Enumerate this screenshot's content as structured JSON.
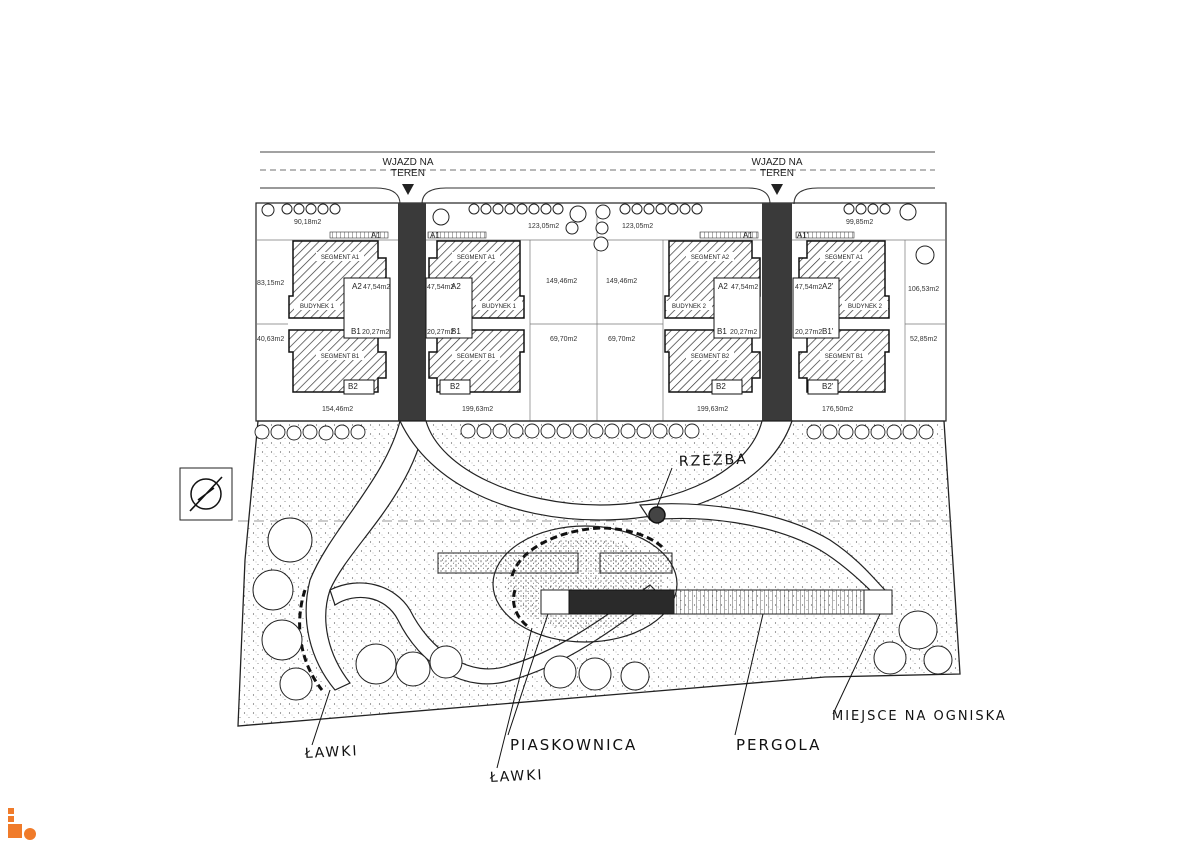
{
  "entrances": {
    "left": {
      "line1": "WJAZD NA",
      "line2": "TEREN"
    },
    "right": {
      "line1": "WJAZD NA",
      "line2": "TEREN"
    }
  },
  "buildings": {
    "left_left": {
      "seg_top": "SEGMENT A1",
      "seg_bot": "SEGMENT B1",
      "name": "BUDYNEK 1",
      "a_label": "A2",
      "a_area": "47,54m2",
      "b_label": "B1",
      "b_area": "20,27m2",
      "a1": "A1",
      "b2": "B2"
    },
    "left_right": {
      "seg_top": "SEGMENT A1",
      "seg_bot": "SEGMENT B1",
      "name": "BUDYNEK 1",
      "a_label": "A2",
      "a_area": "47,54m2",
      "b_label": "B1",
      "b_area": "20,27m2",
      "a1": "A1",
      "b2": "B2"
    },
    "right_left": {
      "seg_top": "SEGMENT A2",
      "seg_bot": "SEGMENT B2",
      "name": "BUDYNEK 2",
      "a_label": "A2",
      "a_area": "47,54m2",
      "b_label": "B1",
      "b_area": "20,27m2",
      "a1": "A1",
      "b2": "B2"
    },
    "right_right": {
      "seg_top": "SEGMENT A1",
      "seg_bot": "SEGMENT B1",
      "name": "BUDYNEK 2",
      "a_label": "A2'",
      "a_area": "47,54m2",
      "b_label": "B1'",
      "b_area": "20,27m2",
      "a1": "A1'",
      "b2": "B2'"
    }
  },
  "plot_areas": {
    "top_far_left": "90,18m2",
    "top_mid_left": "123,05m2",
    "top_mid_right": "123,05m2",
    "top_far_right": "99,85m2",
    "side_left_top": "83,15m2",
    "side_left_bot": "40,63m2",
    "side_right_top": "106,53m2",
    "side_right_bot": "52,85m2",
    "mid_left_top": "149,46m2",
    "mid_right_top": "149,46m2",
    "mid_left_bot": "69,70m2",
    "mid_right_bot": "69,70m2",
    "bottom_1": "154,46m2",
    "bottom_2": "199,63m2",
    "bottom_3": "199,63m2",
    "bottom_4": "176,50m2"
  },
  "annotations": {
    "rzezba": "RZEŹBA",
    "lawki_left": "ŁAWKI",
    "piaskownica": "PIASKOWNICA",
    "lawki_mid": "ŁAWKI",
    "pergola": "PERGOLA",
    "ognisko": "MIEJSCE NA OGNISKA"
  },
  "colors": {
    "road": "#3a3a3a",
    "line": "#1a1a1a",
    "accent_logo": "#f07b2a"
  },
  "icons": [
    "north-arrow-icon",
    "tree-icon",
    "shrub-icon",
    "car-icon",
    "logo-icon"
  ]
}
